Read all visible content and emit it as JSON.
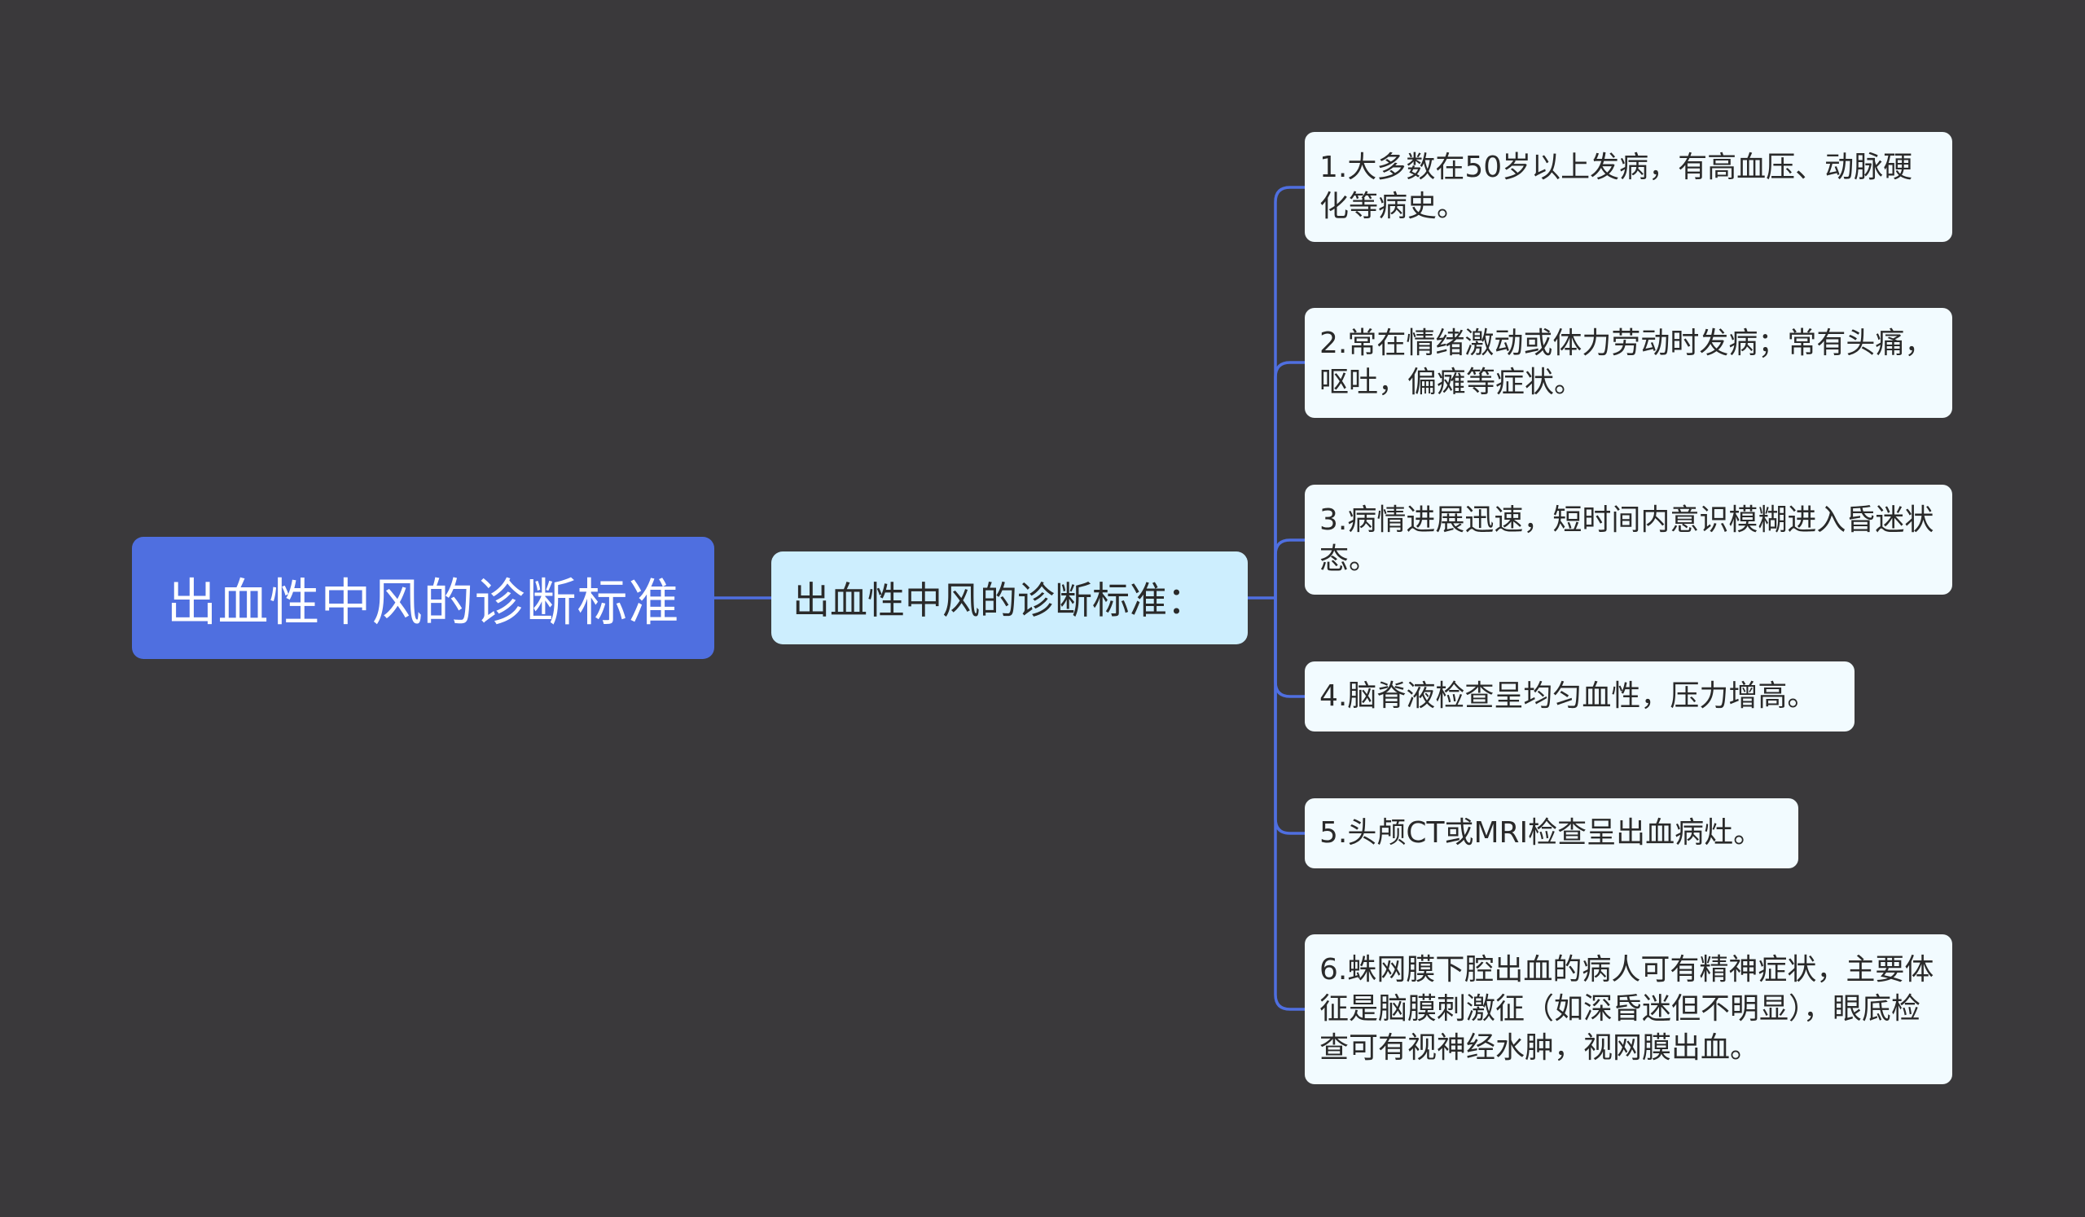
{
  "mindmap": {
    "root": {
      "label": "出血性中风的诊断标准"
    },
    "branch": {
      "label": "出血性中风的诊断标准："
    },
    "leaves": [
      {
        "label": "1.大多数在50岁以上发病，有高血压、动脉硬化等病史。"
      },
      {
        "label": "2.常在情绪激动或体力劳动时发病；常有头痛，呕吐，偏瘫等症状。"
      },
      {
        "label": "3.病情进展迅速，短时间内意识模糊进入昏迷状态。"
      },
      {
        "label": "4.脑脊液检查呈均匀血性，压力增高。"
      },
      {
        "label": "5.头颅CT或MRI检查呈出血病灶。"
      },
      {
        "label": "6.蛛网膜下腔出血的病人可有精神症状，主要体征是脑膜刺激征（如深昏迷但不明显），眼底检查可有视神经水肿，视网膜出血。"
      }
    ]
  },
  "colors": {
    "background": "#3a393b",
    "root_fill": "#4f6fe0",
    "branch_fill": "#cdeefe",
    "leaf_fill": "#f2fbff",
    "connector": "#4f6fe0"
  }
}
